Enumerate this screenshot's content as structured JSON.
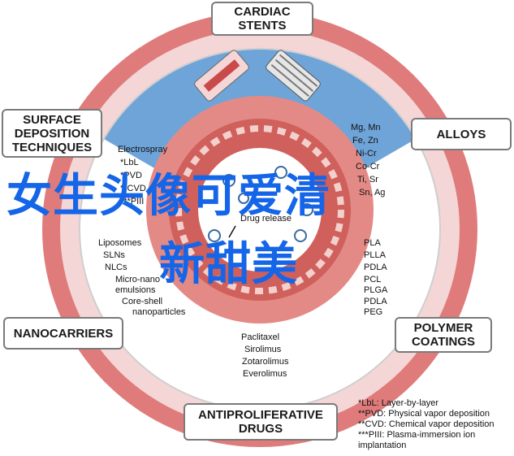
{
  "boxes": {
    "cardiac": {
      "line1": "CARDIAC",
      "line2": "STENTS"
    },
    "surface": {
      "line1": "SURFACE",
      "line2": "DEPOSITION",
      "line3": "TECHNIQUES"
    },
    "alloys": {
      "line1": "ALLOYS"
    },
    "nanocarriers": {
      "line1": "NANOCARRIERS"
    },
    "polymer": {
      "line1": "POLYMER",
      "line2": "COATINGS"
    },
    "antiprolif": {
      "line1": "ANTIPROLIFERATIVE",
      "line2": "DRUGS"
    }
  },
  "surface_list": [
    "Electrospray",
    "*LbL",
    "*PVD",
    "**CVD",
    "***PIII"
  ],
  "alloys_list": [
    "Mg, Mn",
    "Fe, Zn",
    "Ni-Cr",
    "Co-Cr",
    "Ti, Sr",
    "Sn, Ag"
  ],
  "nano_list": [
    "Liposomes",
    "SLNs",
    "NLCs",
    "Micro-nano",
    "emulsions",
    "Core-shell",
    "nanoparticles"
  ],
  "polymer_list": [
    "PLA",
    "PLLA",
    "PDLA",
    "PCL",
    "PLGA",
    "PDLA",
    "PEG"
  ],
  "drugs_list": [
    "Paclitaxel",
    "Sirolimus",
    "Zotarolimus",
    "Everolimus"
  ],
  "center_label": "Drug release",
  "legend": [
    "*LbL: Layer-by-layer",
    "**PVD: Physical vapor deposition",
    "**CVD: Chemical vapor deposition",
    "***PIII: Plasma-immersion ion",
    "implantation"
  ],
  "overlay": {
    "line1": "女生头像可爱清",
    "line2": "新甜美"
  },
  "colors": {
    "ring": "#e07b7b",
    "ring_light": "#f2c4c4",
    "blue": "#6fa4d8",
    "vessel": "#e48a86",
    "inner": "#ffffff",
    "overlay": "#1565e8"
  }
}
